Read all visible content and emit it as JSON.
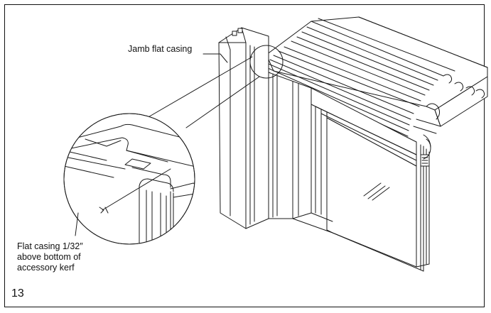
{
  "figure": {
    "number": "13",
    "callouts": {
      "jamb_flat_casing": "Jamb flat casing",
      "flat_casing_lines": [
        "Flat casing 1/32″",
        "above bottom of",
        "accessory kerf"
      ]
    }
  },
  "colors": {
    "line": "#1a1a1a",
    "background": "#ffffff"
  }
}
